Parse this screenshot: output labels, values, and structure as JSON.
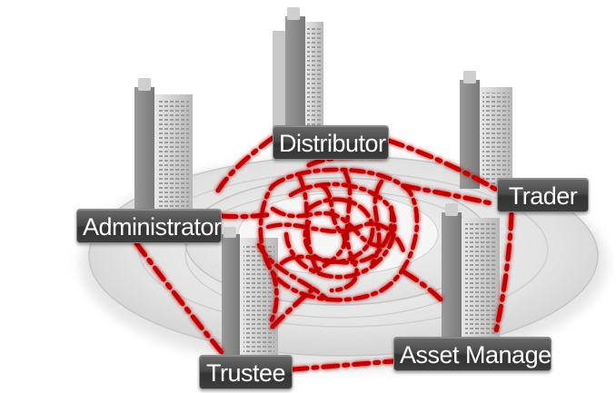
{
  "diagram": {
    "nodes": [
      {
        "id": "distributor",
        "label": "Distributor"
      },
      {
        "id": "trader",
        "label": "Trader"
      },
      {
        "id": "administrator",
        "label": "Administrator"
      },
      {
        "id": "asset_manager",
        "label": "Asset Manager"
      },
      {
        "id": "trustee",
        "label": "Trustee"
      }
    ],
    "edges": [
      {
        "from": "distributor",
        "to": "trader"
      },
      {
        "from": "distributor",
        "to": "administrator"
      },
      {
        "from": "trader",
        "to": "asset_manager"
      },
      {
        "from": "administrator",
        "to": "trustee"
      },
      {
        "from": "trustee",
        "to": "asset_manager"
      }
    ],
    "colors": {
      "connection": "#c00000",
      "label_bg": "#4a4a4a",
      "label_text": "#ffffff"
    }
  }
}
